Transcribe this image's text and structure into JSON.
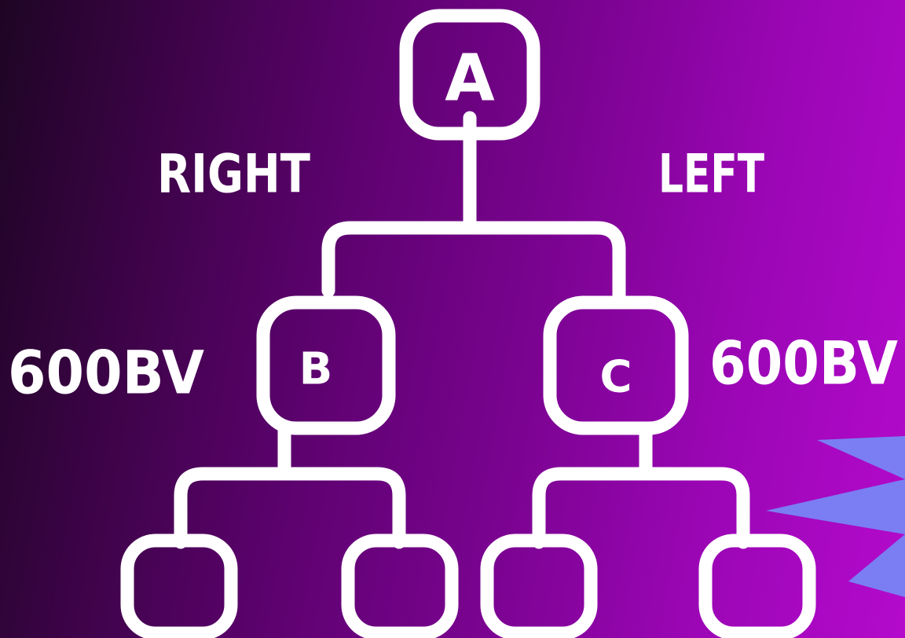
{
  "diagram": {
    "nodes": {
      "root": "A",
      "left_child": "B",
      "right_child": "C",
      "leaf_1": "",
      "leaf_2": "",
      "leaf_3": "",
      "leaf_4": ""
    },
    "labels": {
      "left_branch": "RIGHT",
      "right_branch": "LEFT",
      "left_value": "600BV",
      "right_value": "600BV"
    }
  },
  "colors": {
    "background_start": "#1e0524",
    "background_end": "#b40acc",
    "stroke": "#ffffff",
    "accent_shape": "#7a7ef2"
  }
}
